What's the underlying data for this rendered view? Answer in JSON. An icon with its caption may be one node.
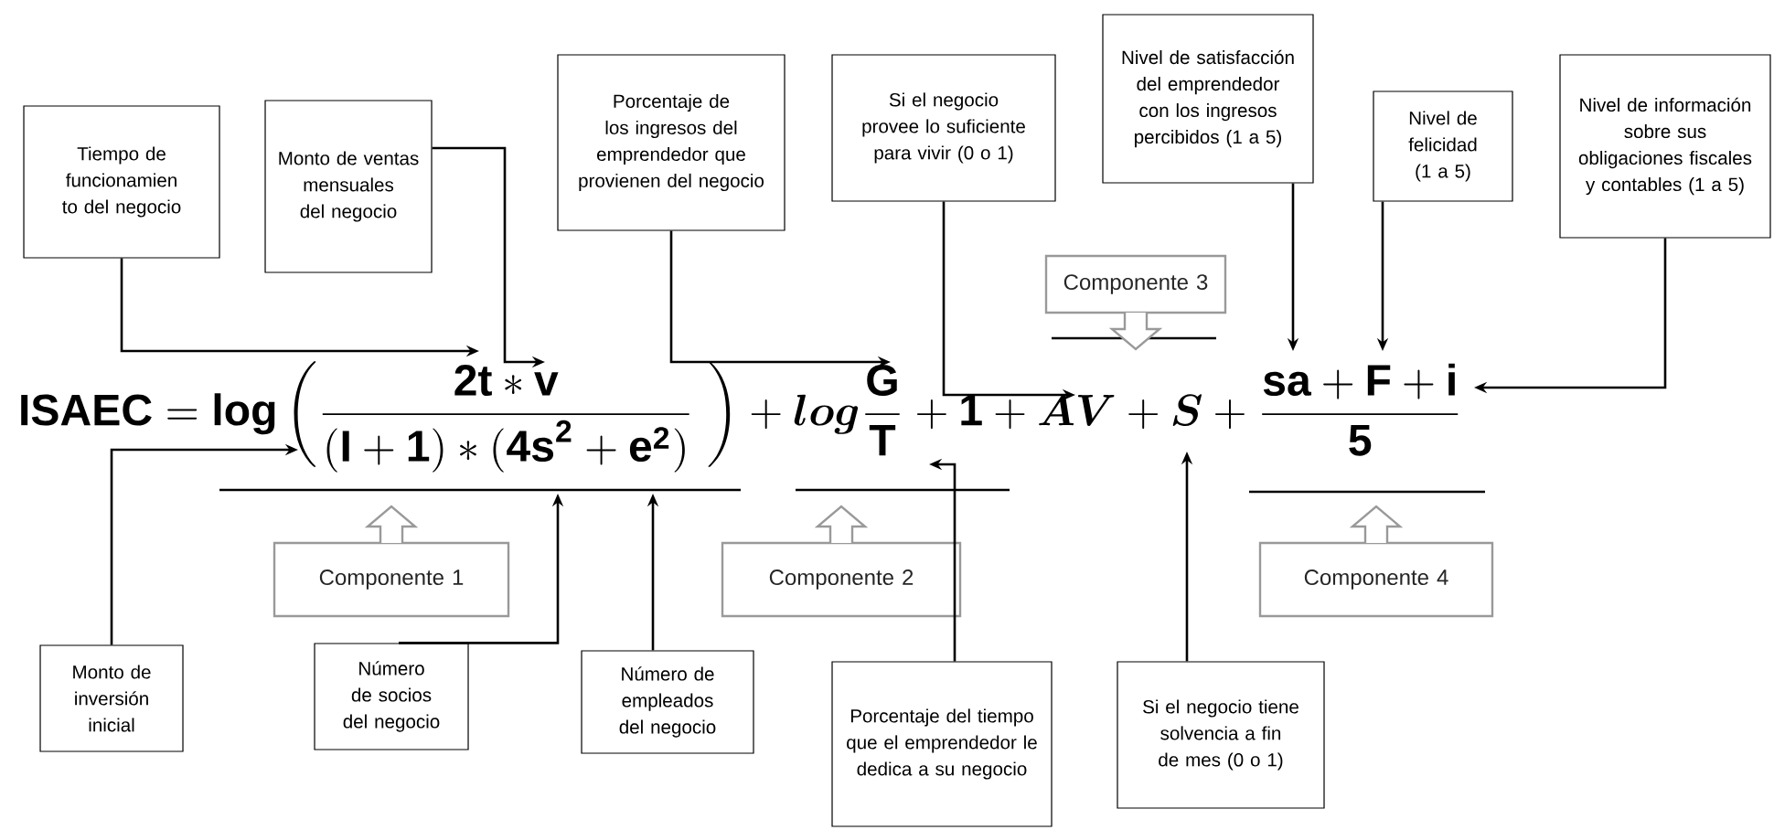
{
  "diagram": {
    "nodes": [
      {
        "text": [
          "Tiempo de funcionamien to del negocio"
        ]
      },
      {
        "text": [
          "Monto de ventas mensuales del negocio"
        ]
      },
      {
        "text": [
          "Porcentaje de los ingresos del emprendedor que provienen del negocio"
        ]
      },
      {
        "text": [
          "Si el negocio provee lo suficiente para vivir (0 o 1)"
        ]
      },
      {
        "text": [
          "Nivel de satisfacción del emprendedor con los ingresos percibidos (1 a 5)"
        ]
      },
      {
        "text": [
          "Nivel de felicidad (1 a 5)"
        ]
      },
      {
        "text": [
          "Nivel de información sobre sus obligaciones fiscales y contables (1 a 5)"
        ]
      },
      {
        "text": [
          "Componente 3"
        ]
      },
      {
        "text": [
          "Componente 1"
        ]
      },
      {
        "text": [
          "Componente 2"
        ]
      },
      {
        "text": [
          "Componente 4"
        ]
      },
      {
        "text": [
          "Monto de inversión inicial"
        ]
      },
      {
        "text": [
          "Número de socios del negocio"
        ]
      },
      {
        "text": [
          "Número de empleados del negocio"
        ]
      },
      {
        "text": [
          "Porcentaje del tiempo que el emprendedor le dedica a su negocio"
        ]
      },
      {
        "text": [
          "Si el negocio tiene solvencia a fin de mes (0 o 1)"
        ]
      },
      {
        "text": [
          "\\mathbf{ISAEC}=\\mathbf{log}\\left(\\frac{\\mathbf{2t}*\\mathbf{v}}{(\\mathbf{I}+\\mathbf{1})*(\\mathbf{4s}^{\\mathbf{2}}+\\mathbf{e}^{\\mathbf{2}})}\\;\\right)+\\bm{log}\\frac{\\mathbf{G}}{\\mathbf{T}}+\\mathbf{1}+\\bm{AV}+\\bm{S}+\\frac{\\mathbf{sa}+\\mathbf{F}+\\mathbf{i}}{\\mathbf{5}}"
        ]
      }
    ],
    "edges": [
      {
        "from": 0,
        "to": 16,
        "arrow": "to"
      },
      {
        "from": 1,
        "to": 16,
        "arrow": "to"
      },
      {
        "from": 2,
        "to": 16,
        "arrow": "to"
      },
      {
        "from": 3,
        "to": 16,
        "arrow": "to"
      },
      {
        "from": 4,
        "to": 16,
        "arrow": "to"
      },
      {
        "from": 5,
        "to": 16,
        "arrow": "to"
      },
      {
        "from": 6,
        "to": 16,
        "arrow": "to"
      },
      {
        "from": 11,
        "to": 16,
        "arrow": "to"
      },
      {
        "from": 12,
        "to": 16,
        "arrow": "to"
      },
      {
        "from": 13,
        "to": 16,
        "arrow": "to"
      },
      {
        "from": 14,
        "to": 16,
        "arrow": "to"
      },
      {
        "from": 15,
        "to": 16,
        "arrow": "to"
      }
    ]
  }
}
